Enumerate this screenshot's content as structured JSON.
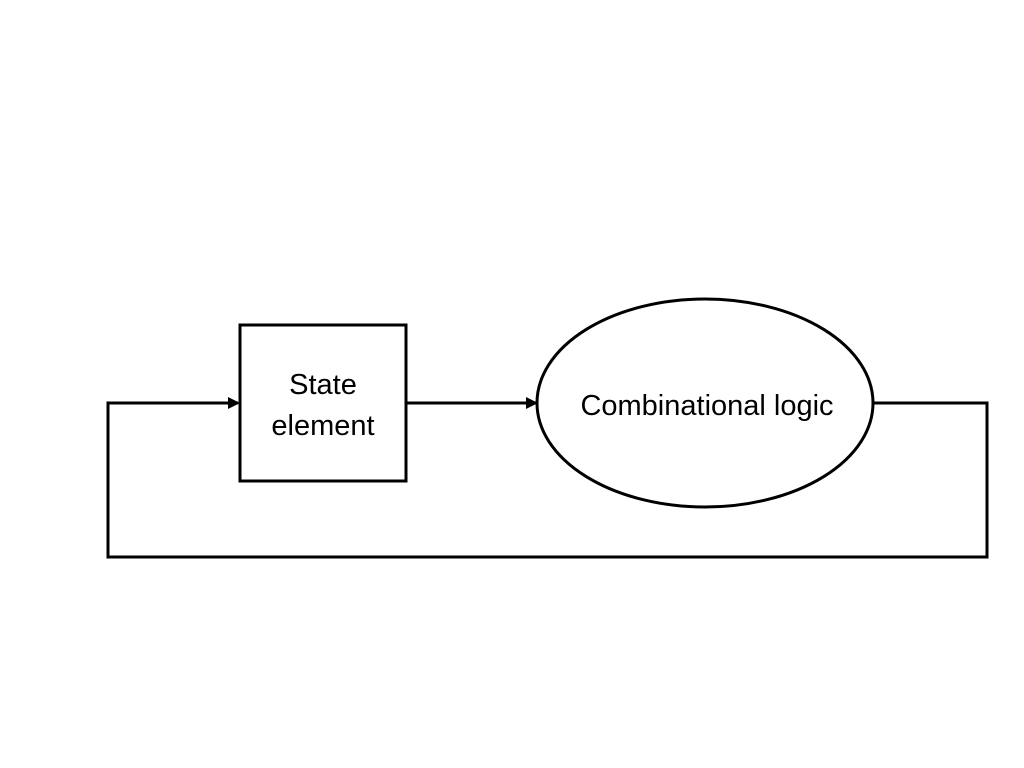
{
  "diagram": {
    "nodes": {
      "state_element": {
        "label_line1": "State",
        "label_line2": "element",
        "shape": "rectangle"
      },
      "combinational_logic": {
        "label": "Combinational logic",
        "shape": "ellipse"
      }
    },
    "edges": [
      {
        "from": "state_element",
        "to": "combinational_logic",
        "arrow": true
      },
      {
        "from": "combinational_logic",
        "to": "state_element",
        "arrow": true,
        "route": "feedback-loop-below"
      }
    ],
    "colors": {
      "stroke": "#000000",
      "background": "#ffffff"
    }
  }
}
